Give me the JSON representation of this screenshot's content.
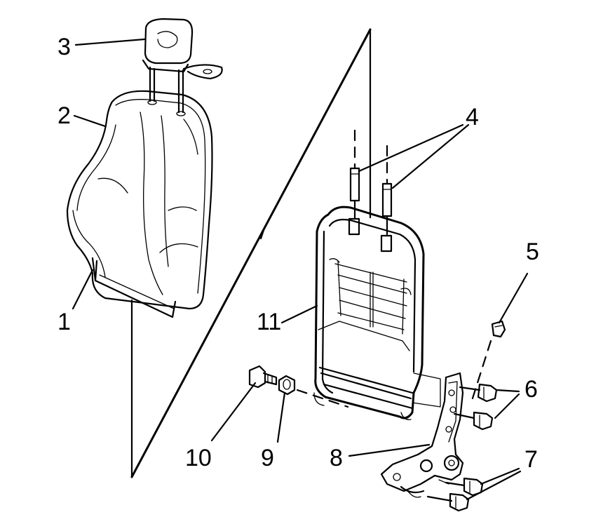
{
  "diagram": {
    "callouts": {
      "c1": "1",
      "c2": "2",
      "c3": "3",
      "c4": "4",
      "c5": "5",
      "c6": "6",
      "c7": "7",
      "c8": "8",
      "c9": "9",
      "c10": "10",
      "c11": "11"
    },
    "colors": {
      "line": "#000000",
      "background": "#ffffff"
    }
  }
}
